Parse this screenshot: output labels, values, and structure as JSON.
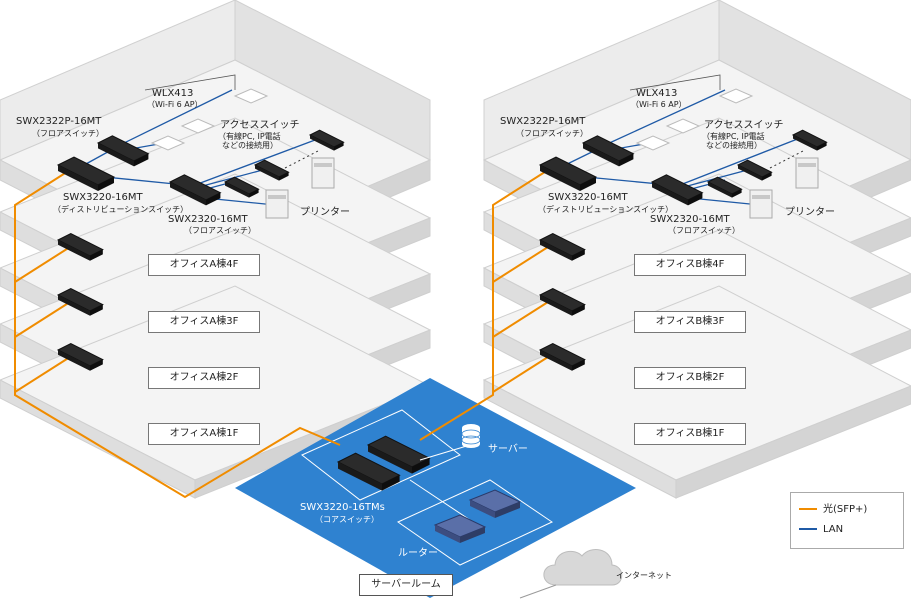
{
  "colors": {
    "fiber": "#f08c00",
    "lan": "#1f5aa6",
    "server_room": "#2f82d0",
    "floor_top": "#f2f2f2",
    "floor_side": "#dcdcdc"
  },
  "building_a": {
    "floors": [
      "オフィスA棟4F",
      "オフィスA棟3F",
      "オフィスA棟2F",
      "オフィスA棟1F"
    ],
    "swx2322_name": "SWX2322P-16MT",
    "swx2322_role": "（フロアスイッチ）",
    "swx3220_name": "SWX3220-16MT",
    "swx3220_role": "（ディストリビューションスイッチ）",
    "swx2320_name": "SWX2320-16MT",
    "swx2320_role": "（フロアスイッチ）",
    "ap_name": "WLX413",
    "ap_role": "（Wi-Fi 6 AP）",
    "access_name": "アクセススイッチ",
    "access_role_1": "（有線PC, IP電話",
    "access_role_2": "などの接続用）",
    "printer": "プリンター"
  },
  "building_b": {
    "floors": [
      "オフィスB棟4F",
      "オフィスB棟3F",
      "オフィスB棟2F",
      "オフィスB棟1F"
    ],
    "swx2322_name": "SWX2322P-16MT",
    "swx2322_role": "（フロアスイッチ）",
    "swx3220_name": "SWX3220-16MT",
    "swx3220_role": "（ディストリビューションスイッチ）",
    "swx2320_name": "SWX2320-16MT",
    "swx2320_role": "（フロアスイッチ）",
    "ap_name": "WLX413",
    "ap_role": "（Wi-Fi 6 AP）",
    "access_name": "アクセススイッチ",
    "access_role_1": "（有線PC, IP電話",
    "access_role_2": "などの接続用）",
    "printer": "プリンター"
  },
  "server_room": {
    "core_name": "SWX3220-16TMs",
    "core_role": "（コアスイッチ）",
    "server": "サーバー",
    "router": "ルーター",
    "room_label": "サーバールーム",
    "internet": "インターネット"
  },
  "legend": {
    "fiber": "光(SFP+)",
    "lan": "LAN"
  },
  "icons": [
    "switch-icon",
    "access-point-icon",
    "printer-icon",
    "server-icon",
    "router-icon",
    "cloud-icon"
  ]
}
